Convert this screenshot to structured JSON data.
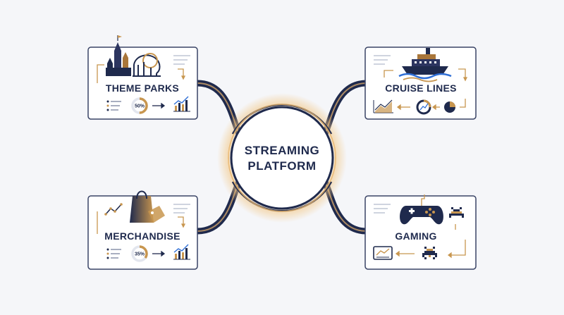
{
  "center": {
    "line1": "STREAMING",
    "line2": "PLATFORM"
  },
  "cards": {
    "theme_parks": {
      "label": "THEME PARKS",
      "donut_label": "50%",
      "donut_value": 0.5
    },
    "cruise_lines": {
      "label": "CRUISE LINES"
    },
    "merchandise": {
      "label": "MERCHANDISE",
      "donut_label": "35%",
      "donut_value": 0.35
    },
    "gaming": {
      "label": "GAMING"
    }
  },
  "colors": {
    "navy": "#1f2a4d",
    "gold": "#c8964f",
    "accent_blue": "#2f6fd6",
    "card_border": "#3a4466",
    "background": "#f5f6f9"
  }
}
